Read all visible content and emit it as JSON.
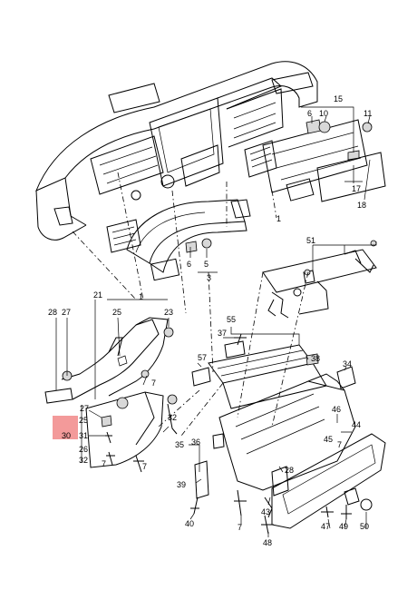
{
  "highlight": {
    "color": "#f39a9a",
    "part": "30"
  },
  "labels": {
    "l1a": "1",
    "l1b": "1",
    "l3": "3",
    "l5": "5",
    "l6a": "6",
    "l6b": "6",
    "l7a": "7",
    "l7b": "7",
    "l7c": "7",
    "l7d": "7",
    "l7e": "7",
    "l10": "10",
    "l11": "11",
    "l15": "15",
    "l17": "17",
    "l18": "18",
    "l21": "21",
    "l23": "23",
    "l25a": "25",
    "l25b": "25",
    "l26": "26",
    "l27a": "27",
    "l27b": "27",
    "l28a": "28",
    "l28b": "28",
    "l30": "30",
    "l31": "31",
    "l32a": "32",
    "l32b": "32",
    "l34": "34",
    "l35": "35",
    "l36": "36",
    "l37": "37",
    "l38": "38",
    "l39": "39",
    "l40": "40",
    "l43": "43",
    "l44": "44",
    "l45": "45",
    "l46": "46",
    "l47": "47",
    "l48": "48",
    "l49": "49",
    "l50": "50",
    "l51": "51",
    "l55": "55",
    "l57": "57"
  }
}
